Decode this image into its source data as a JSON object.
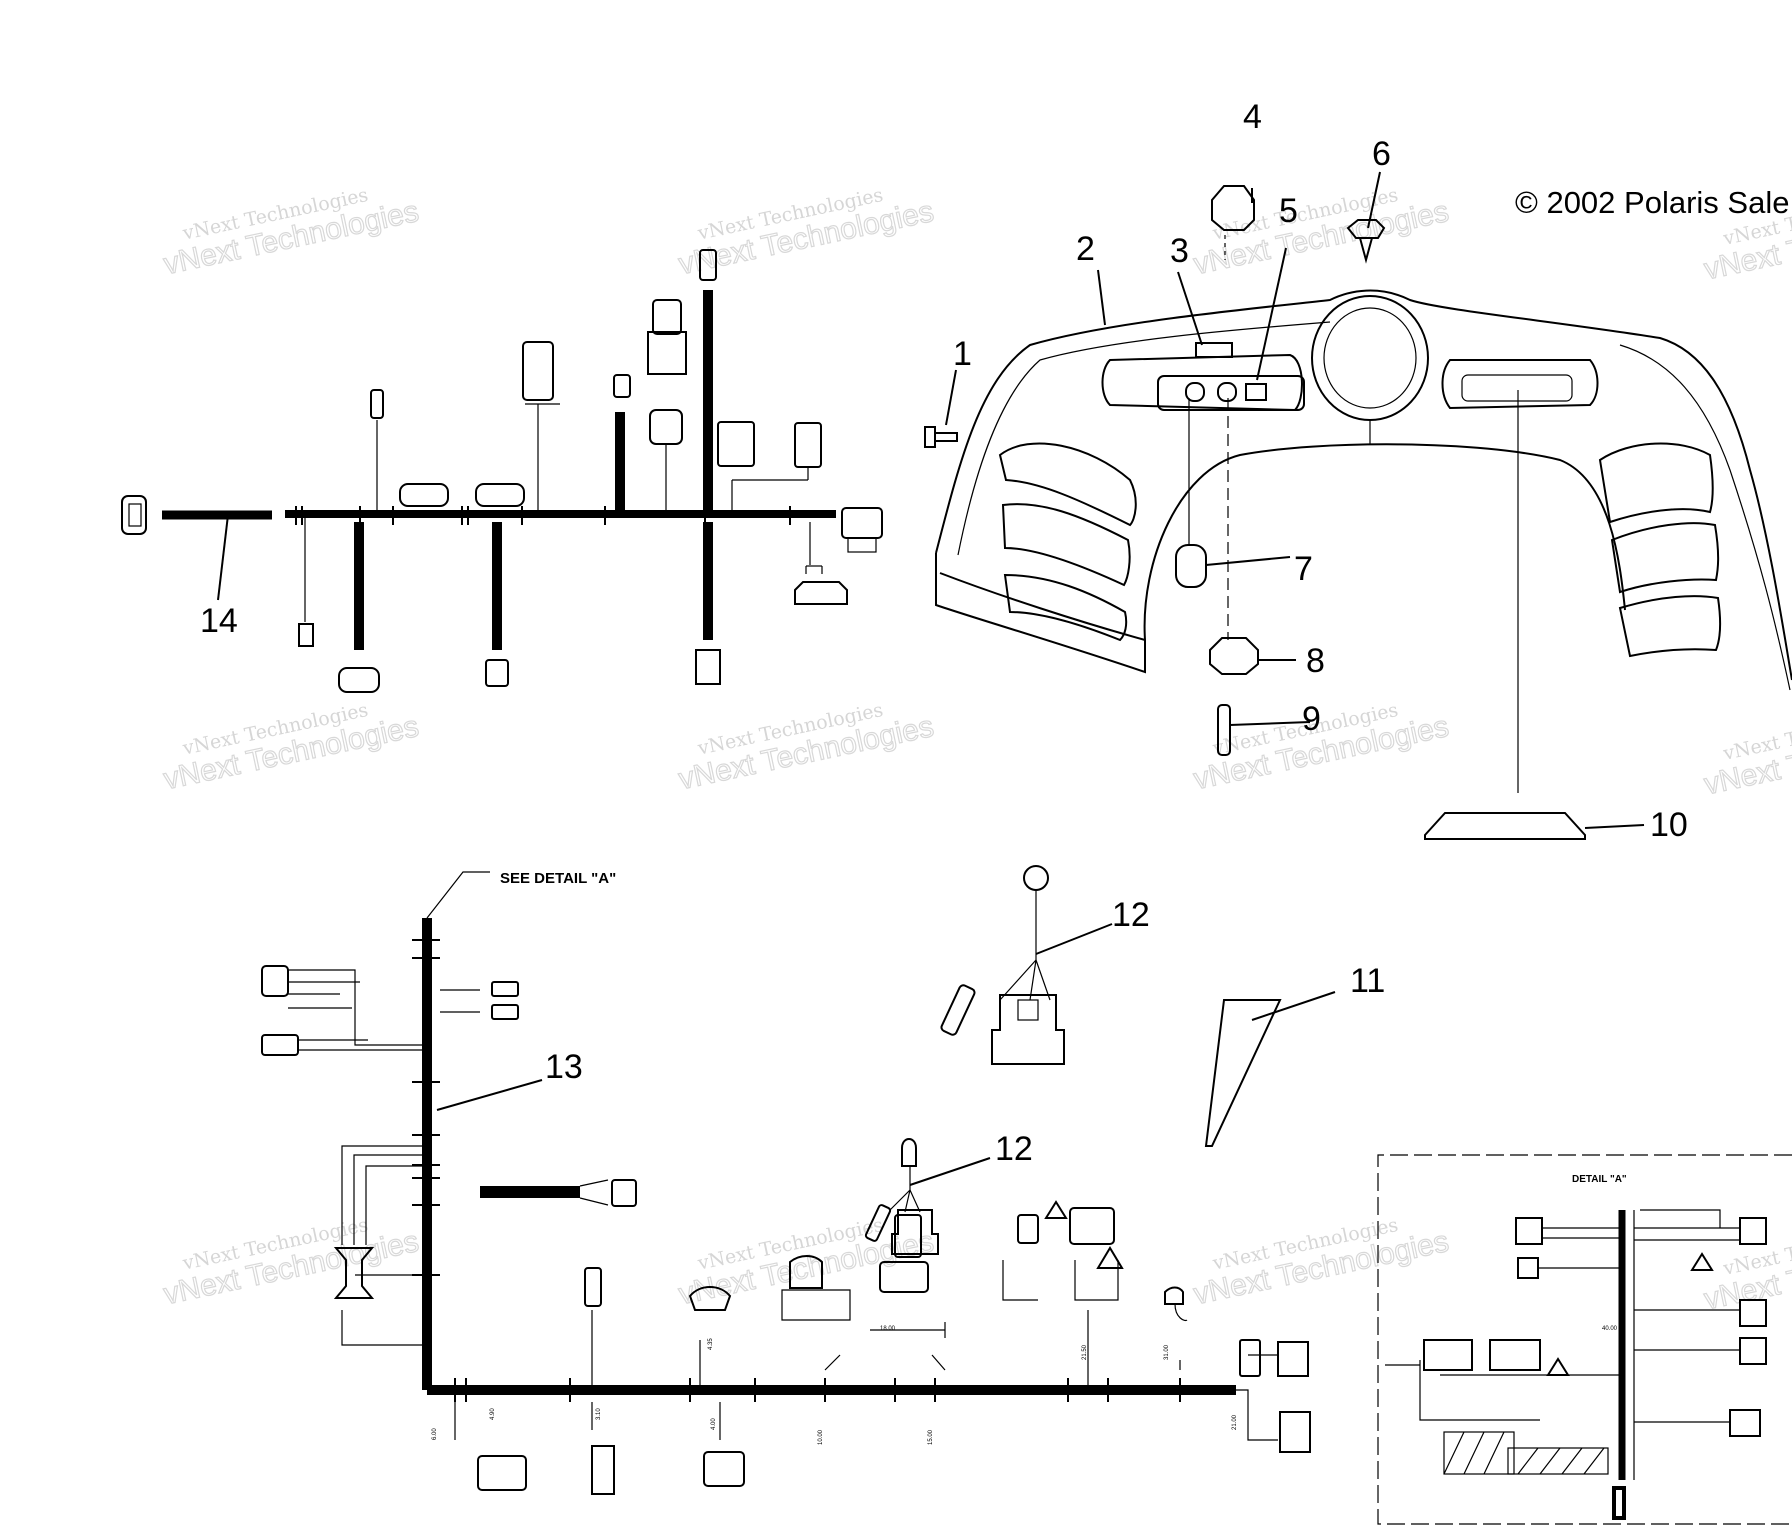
{
  "copyright": "© 2002 Polaris Sale",
  "watermark": {
    "line1": "vNext Technologies",
    "line2": "vNext Technologies"
  },
  "see_detail_label": "SEE DETAIL \"A\"",
  "detail_title": "DETAIL \"A\"",
  "callouts": [
    {
      "id": "1",
      "label": "1"
    },
    {
      "id": "2",
      "label": "2"
    },
    {
      "id": "3",
      "label": "3"
    },
    {
      "id": "4",
      "label": "4"
    },
    {
      "id": "5",
      "label": "5"
    },
    {
      "id": "6",
      "label": "6"
    },
    {
      "id": "7",
      "label": "7"
    },
    {
      "id": "8",
      "label": "8"
    },
    {
      "id": "9",
      "label": "9"
    },
    {
      "id": "10",
      "label": "10"
    },
    {
      "id": "11",
      "label": "11"
    },
    {
      "id": "12a",
      "label": "12"
    },
    {
      "id": "12b",
      "label": "12"
    },
    {
      "id": "13",
      "label": "13"
    },
    {
      "id": "14",
      "label": "14"
    }
  ],
  "harness_dims": [
    "6.00",
    "4.90",
    "3.10",
    "4.00",
    "4.35",
    "10.00",
    "15.00",
    "18.00",
    "21.50",
    "31.00",
    "21.00",
    "40.00"
  ]
}
